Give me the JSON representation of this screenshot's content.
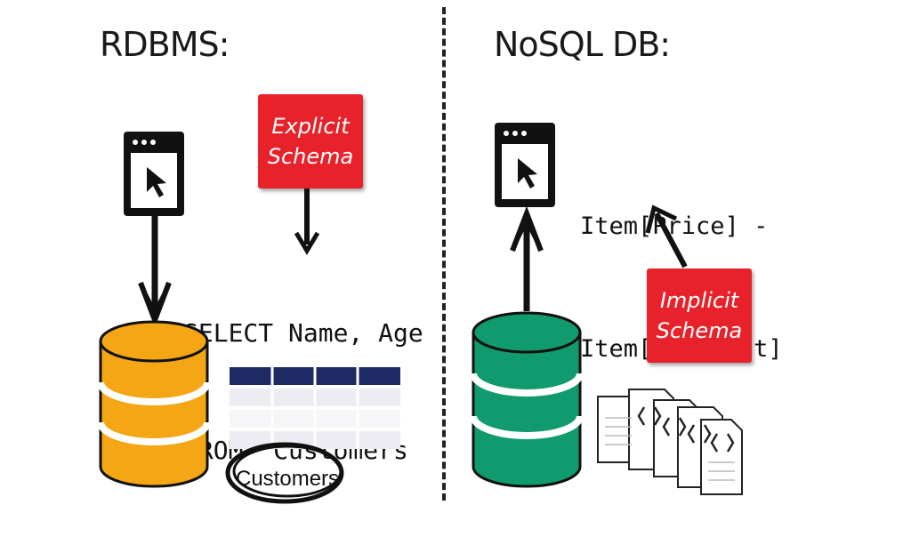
{
  "left": {
    "title": "RDBMS:",
    "query_line1": "SELECT Name, Age",
    "query_line2": "FROM  Customers",
    "tag_line1": "Explicit",
    "tag_line2": "Schema",
    "table_label": "Customers",
    "db_color": "#f5a614"
  },
  "right": {
    "title": "NoSQL DB:",
    "code_line1": "Item[Price] -",
    "code_line2": "Item[Discount]",
    "tag_line1": "Implicit",
    "tag_line2": "Schema",
    "db_color": "#109a6e"
  },
  "colors": {
    "tag": "#e8222a",
    "table_header": "#1e2a63",
    "icon": "#111111"
  }
}
